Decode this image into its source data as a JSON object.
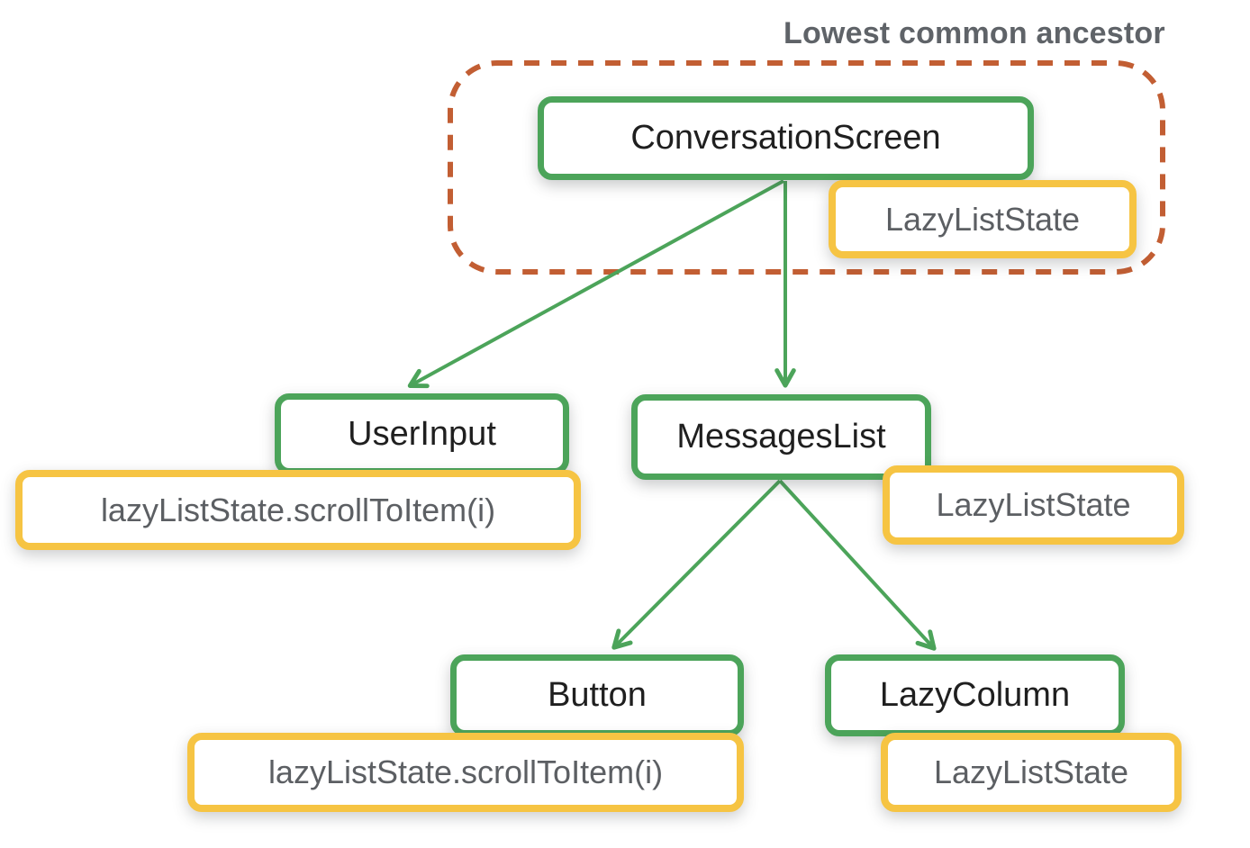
{
  "title": "Lowest common ancestor",
  "colors": {
    "node_border_green": "#4CA45A",
    "state_border_yellow": "#F6C443",
    "ancestor_dashed_orange": "#C25E33",
    "state_text_gray": "#5C5F63",
    "node_text_black": "#1F1F1F",
    "title_gray": "#5F6368"
  },
  "nodes": {
    "conversation_screen": {
      "label": "ConversationScreen"
    },
    "conversation_screen_state": {
      "label": "LazyListState"
    },
    "user_input": {
      "label": "UserInput"
    },
    "user_input_call": {
      "label": "lazyListState.scrollToItem(i)"
    },
    "messages_list": {
      "label": "MessagesList"
    },
    "messages_list_state": {
      "label": "LazyListState"
    },
    "button": {
      "label": "Button"
    },
    "button_call": {
      "label": "lazyListState.scrollToItem(i)"
    },
    "lazy_column": {
      "label": "LazyColumn"
    },
    "lazy_column_state": {
      "label": "LazyListState"
    }
  },
  "edges": [
    {
      "from": "ConversationScreen",
      "to": "UserInput"
    },
    {
      "from": "ConversationScreen",
      "to": "MessagesList"
    },
    {
      "from": "MessagesList",
      "to": "Button"
    },
    {
      "from": "MessagesList",
      "to": "LazyColumn"
    }
  ]
}
